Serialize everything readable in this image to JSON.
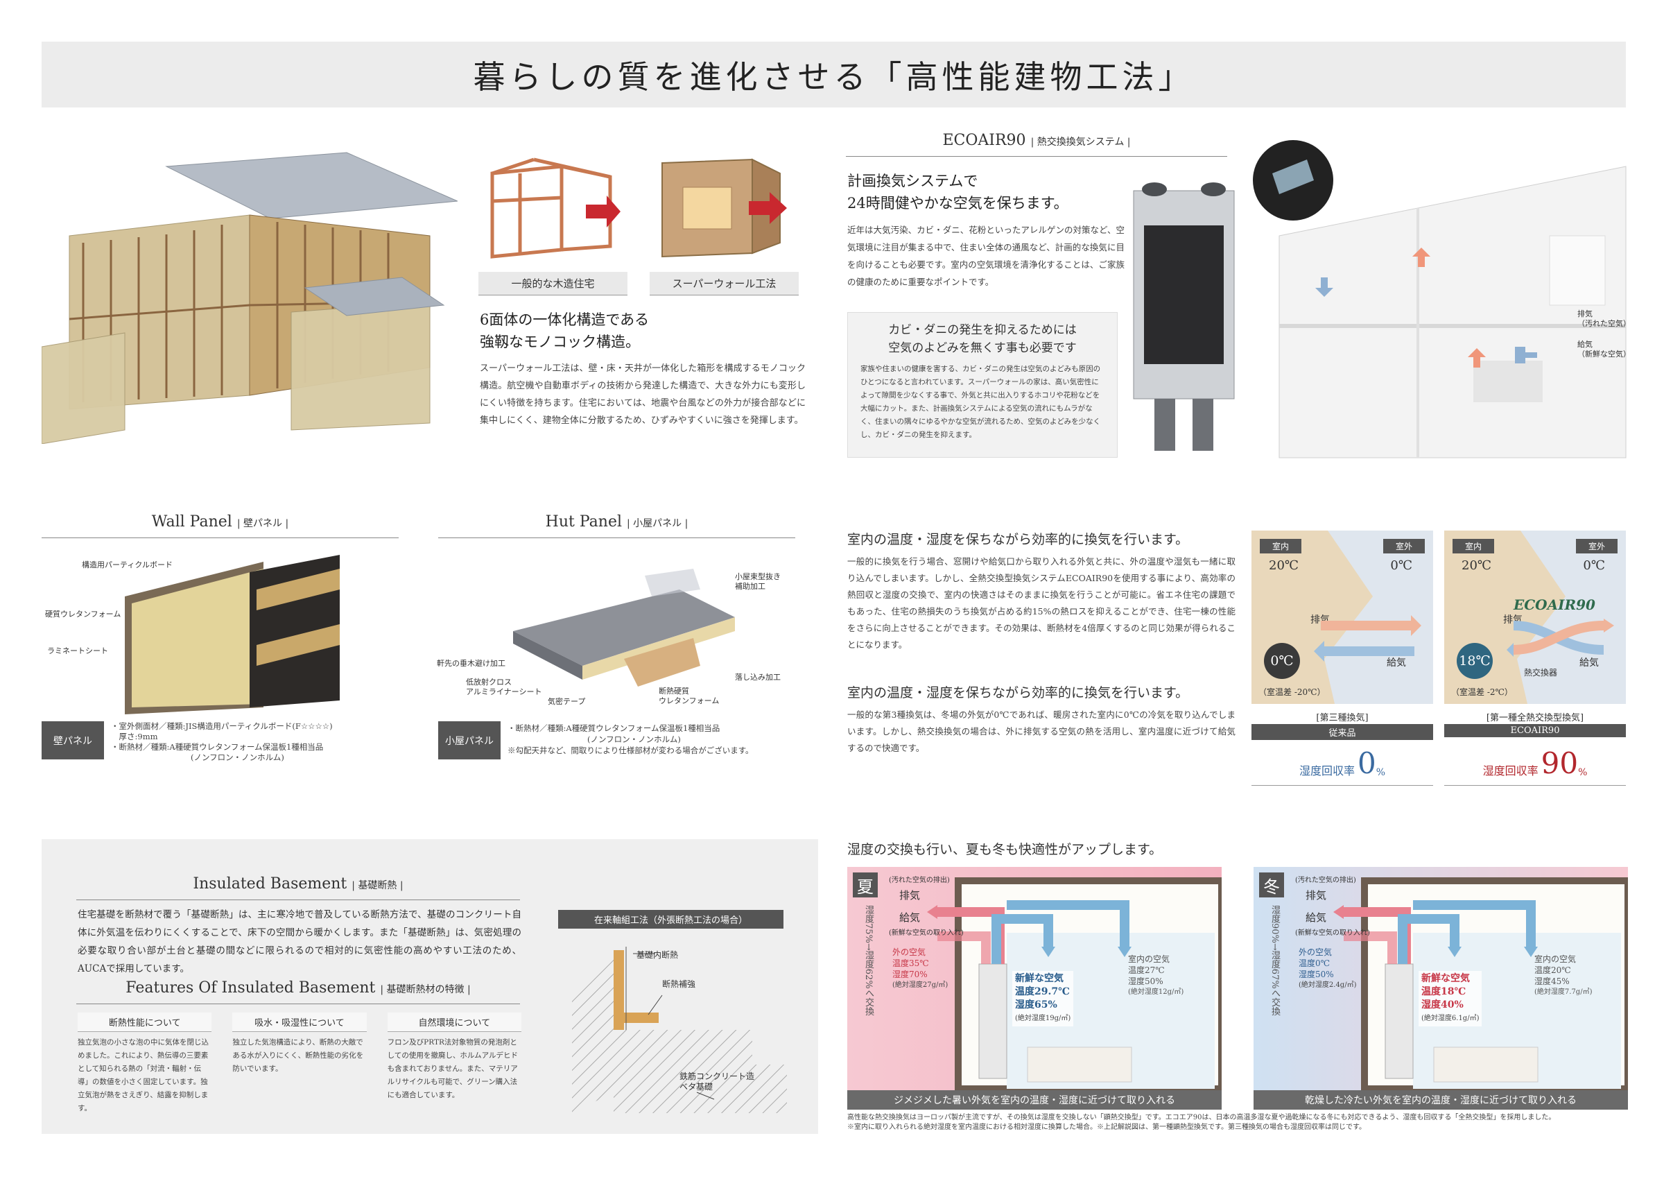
{
  "title": "暮らしの質を進化させる「高性能建物工法」",
  "structure": {
    "caption_conventional": "一般的な木造住宅",
    "caption_superwall": "スーパーウォール工法",
    "heading": [
      "6面体の一体化構造である",
      "強靱なモノコック構造。"
    ],
    "body": "スーパーウォール工法は、壁・床・天井が一体化した箱形を構成するモノコック構造。航空機や自動車ボディの技術から発達した構造で、大きな外力にも変形しにくい特徴を持ちます。住宅においては、地震や台風などの外力が接合部などに集中しにくく、建物全体に分散するため、ひずみやすくいに強さを発揮します。"
  },
  "ecoair": {
    "header": "ECOAIR90",
    "header_sub": "熱交換換気システム",
    "heading": [
      "計画換気システムで",
      "24時間健やかな空気を保ちます。"
    ],
    "body": "近年は大気汚染、カビ・ダニ、花粉といったアレルゲンの対策など、空気環境に注目が集まる中で、住まい全体の通風など、計画的な換気に目を向けることも必要です。室内の空気環境を清浄化することは、ご家族の健康のために重要なポイントです。",
    "box_heading": [
      "カビ・ダニの発生を抑えるためには",
      "空気のよどみを無くす事も必要です"
    ],
    "box_body": "家族や住まいの健康を害する、カビ・ダニの発生は空気のよどみも原因のひとつになると言われています。スーパーウォールの家は、高い気密性によって隙間を少なくする事で、外気と共に出入りするホコリや花粉などを大幅にカット。また、計画換気システムによる空気の流れにもムラがなく、住まいの隅々にゆるやかな空気が流れるため、空気のよどみを少なくし、カビ・ダニの発生を抑えます。",
    "house_label_exhaust": [
      "排気",
      "（汚れた空気）"
    ],
    "house_label_supply": [
      "給気",
      "（新鮮な空気）"
    ]
  },
  "wall_panel": {
    "header": "Wall Panel",
    "header_sub": "壁パネル",
    "labels": [
      "構造用パーティクルボード",
      "硬質ウレタンフォーム",
      "ラミネートシート"
    ],
    "spec_label": "壁パネル",
    "spec_lines": [
      "・室外側面材／種類:JIS構造用パーティクルボード(F☆☆☆☆)",
      "　厚さ:9mm",
      "・断熱材／種類:A種硬質ウレタンフォーム保温板1種相当品",
      "　　　　　　　　　　(ノンフロン・ノンホルム)"
    ]
  },
  "hut_panel": {
    "header": "Hut Panel",
    "header_sub": "小屋パネル",
    "labels": [
      "小屋束型抜き",
      "補助加工",
      "軒先の垂木避け加工",
      "低放射クロス",
      "アルミライナーシート",
      "気密テープ",
      "断熱硬質",
      "ウレタンフォーム",
      "落し込み加工"
    ],
    "spec_label": "小屋パネル",
    "spec_lines": [
      "・断熱材／種類:A種硬質ウレタンフォーム保温板1種相当品",
      "　　　　　　　　　　(ノンフロン・ノンホルム)",
      "※勾配天井など、間取りにより仕様部材が変わる場合がございます。"
    ]
  },
  "efficiency": {
    "heading1": "室内の温度・湿度を保ちながら効率的に換気を行います。",
    "body1": "一般的に換気を行う場合、窓開けや給気口から取り入れる外気と共に、外の温度や湿気も一緒に取り込んでしまいます。しかし、全熱交換型換気システムECOAIR90を使用する事により、高効率の熱回収と湿度の交換で、室内の快適さはそのままに換気を行うことが可能に。省エネ住宅の課題でもあった、住宅の熱損失のうち換気が占める約15%の熱ロスを抑えることができ、住宅一棟の性能をさらに向上させることができます。その効果は、断熱材を4倍厚くするのと同じ効果が得られることになります。",
    "heading2": "室内の温度・湿度を保ちながら効率的に換気を行います。",
    "body2": "一般的な第3種換気は、冬場の外気が0℃であれば、暖房された室内に0℃の冷気を取り込んでしまいます。しかし、熱交換換気の場合は、外に排気する空気の熱を活用し、室内温度に近づけて給気するので快適です。"
  },
  "compare": [
    {
      "indoor": "室内",
      "outdoor": "室外",
      "t_in": "20℃",
      "t_out": "0℃",
      "exhaust": "排気",
      "supply": "給気",
      "supply_temp": "0℃",
      "diff": "（室温差 -20℃）",
      "system": "[第三種換気]",
      "name": "従来品",
      "rate_label": "湿度回収率",
      "rate": "0",
      "unit": "%",
      "bg": "#e9d8bb",
      "circle": "#3a3a3a",
      "rate_color": "#3a6aa0",
      "exchanger": ""
    },
    {
      "indoor": "室内",
      "outdoor": "室外",
      "t_in": "20℃",
      "t_out": "0℃",
      "exhaust": "排気",
      "supply": "給気",
      "supply_temp": "18℃",
      "diff": "（室温差 -2℃）",
      "system": "[第一種全熱交換型換気]",
      "name": "ECOAIR90",
      "rate_label": "湿度回収率",
      "rate": "90",
      "unit": "%",
      "bg": "#e9d8bb",
      "circle": "#2f6680",
      "rate_color": "#b2272d",
      "exchanger": "熱交換器",
      "logo": "ECOAIR90"
    }
  ],
  "humidity": {
    "heading": "湿度の交換も行い、夏も冬も快適性がアップします。",
    "footnote1": "高性能な熱交換換気はヨーロッパ製が主流ですが、その換気は湿度を交換しない「顕熱交換型」です。エコエア90は、日本の高温多湿な夏や過乾燥になる冬にも対応できるよう、湿度も回収する「全熱交換型」を採用しました。",
    "footnote2": "※室内に取り入れられる絶対湿度を室内温度における相対湿度に換算した場合。※上記解説図は、第一種顕熱型換気です。第三種換気の場合も湿度回収率は同じです。",
    "summer": {
      "season": "夏",
      "vertical": "湿度75%→湿度62%へ交換",
      "dirty": "(汚れた空気の排出)",
      "exhaust": "排気",
      "supply": "給気",
      "fresh_note": "(新鮮な空気の取り入れ)",
      "outside": [
        "外の空気",
        "温度35℃",
        "湿度70%",
        "(絶対湿度27g/㎥)"
      ],
      "room": [
        "室内の空気",
        "温度27℃",
        "湿度50%",
        "(絶対湿度12g/㎥)"
      ],
      "fresh": [
        "新鮮な空気",
        "温度29.7℃",
        "湿度65%",
        "(絶対湿度19g/㎥)"
      ],
      "banner": "ジメジメした暑い外気を室内の温度・湿度に近づけて取り入れる"
    },
    "winter": {
      "season": "冬",
      "vertical": "湿度90%→湿度67%へ交換",
      "dirty": "(汚れた空気の排出)",
      "exhaust": "排気",
      "supply": "給気",
      "fresh_note": "(新鮮な空気の取り入れ)",
      "outside": [
        "外の空気",
        "温度0℃",
        "湿度50%",
        "(絶対湿度2.4g/㎥)"
      ],
      "room": [
        "室内の空気",
        "温度20℃",
        "湿度45%",
        "(絶対湿度7.7g/㎥)"
      ],
      "fresh": [
        "新鮮な空気",
        "温度18℃",
        "湿度40%",
        "(絶対湿度6.1g/㎥)"
      ],
      "banner": "乾燥した冷たい外気を室内の温度・湿度に近づけて取り入れる"
    }
  },
  "basement": {
    "header": "Insulated Basement",
    "header_sub": "基礎断熱",
    "body": "住宅基礎を断熱材で覆う「基礎断熱」は、主に寒冷地で普及している断熱方法で、基礎のコンクリート自体に外気温を伝わりにくくすることで、床下の空間から暖かくします。また「基礎断熱」は、気密処理の必要な取り合い部が土台と基礎の間などに限られるので相対的に気密性能の高めやすい工法のため、AUCAで採用しています。",
    "features_header": "Features Of Insulated Basement",
    "features_sub": "基礎断熱材の特徴",
    "features": [
      {
        "title": "断熱性能について",
        "body": "独立気泡の小さな泡の中に気体を閉じ込めました。これにより、熱伝導の三要素として知られる熱の「対流・輻射・伝導」の数値を小さく固定しています。独立気泡が熱をさえぎり、結露を抑制します。"
      },
      {
        "title": "吸水・吸湿性について",
        "body": "独立した気泡構造により、断熱の大敵である水が入りにくく、断熱性能の劣化を防いでいます。"
      },
      {
        "title": "自然環境について",
        "body": "フロン及びPRTR法対象物質の発泡剤としての使用を撤廃し、ホルムアルデヒドも含まれておりません。また、マテリアルリサイクルも可能で、グリーン購入法にも適合しています。"
      }
    ],
    "diagram_title": "在来軸組工法（外張断熱工法の場合）",
    "diagram_labels": [
      "基礎内断熱",
      "断熱補強",
      "鉄筋コンクリート造",
      "ベタ基礎"
    ]
  }
}
